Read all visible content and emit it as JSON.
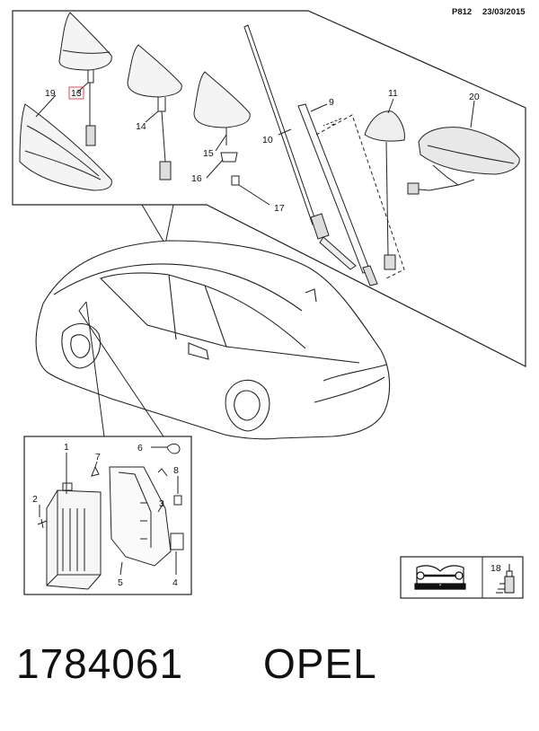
{
  "header": {
    "code": "P812",
    "date": "23/03/2015"
  },
  "footer": {
    "part_number": "1784061",
    "make": "OPEL"
  },
  "callouts": {
    "c1": "1",
    "c2": "2",
    "c3": "3",
    "c4": "4",
    "c5": "5",
    "c6": "6",
    "c7": "7",
    "c8": "8",
    "c9": "9",
    "c10": "10",
    "c11": "11",
    "c13": "13",
    "c14": "14",
    "c15": "15",
    "c16": "16",
    "c17": "17",
    "c18": "18",
    "c19": "19",
    "c20": "20"
  },
  "highlight_color": "#e2474f",
  "icons": [
    "manual-wrench-icon",
    "spray-can-icon"
  ]
}
